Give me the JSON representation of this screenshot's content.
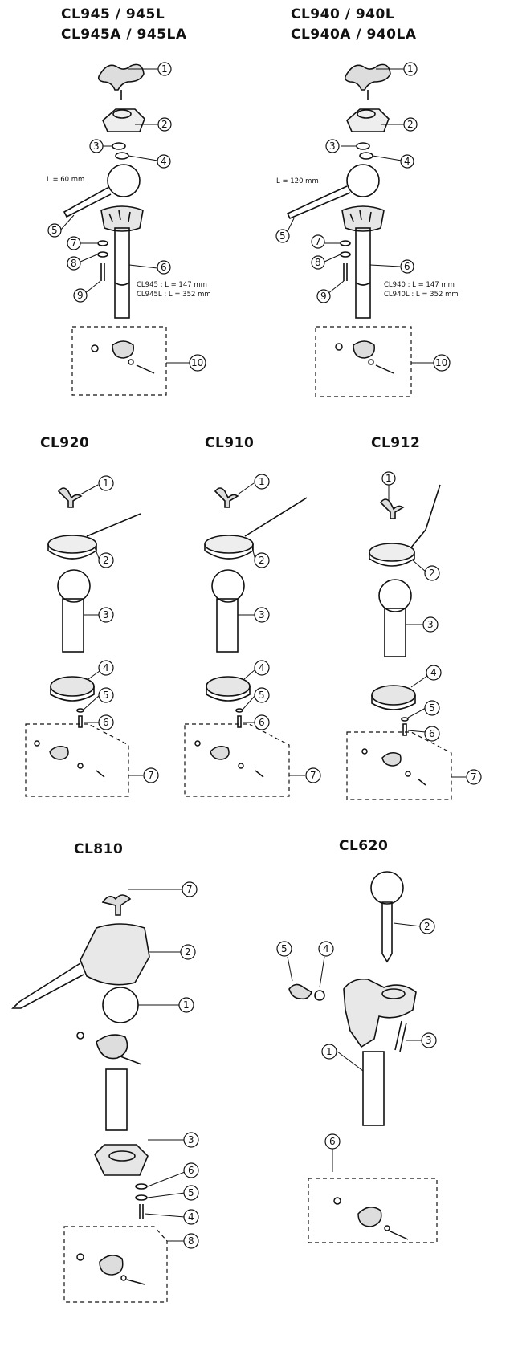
{
  "sections": {
    "cl945": {
      "title_line1": "CL945 / 945L",
      "title_line2": "CL945A / 945LA",
      "rod_label": "L = 60 mm",
      "length_note_1": "CL945  : L = 147 mm",
      "length_note_2": "CL945L : L = 352 mm",
      "callouts": [
        "1",
        "2",
        "3",
        "4",
        "5",
        "6",
        "7",
        "8",
        "9",
        "10"
      ]
    },
    "cl940": {
      "title_line1": "CL940 / 940L",
      "title_line2": "CL940A / 940LA",
      "rod_label": "L = 120 mm",
      "length_note_1": "CL940  : L = 147 mm",
      "length_note_2": "CL940L : L = 352 mm",
      "callouts": [
        "1",
        "2",
        "3",
        "4",
        "5",
        "6",
        "7",
        "8",
        "9",
        "10"
      ]
    },
    "cl920": {
      "title": "CL920",
      "callouts": [
        "1",
        "2",
        "3",
        "4",
        "5",
        "6",
        "7"
      ]
    },
    "cl910": {
      "title": "CL910",
      "callouts": [
        "1",
        "2",
        "3",
        "4",
        "5",
        "6",
        "7"
      ]
    },
    "cl912": {
      "title": "CL912",
      "callouts": [
        "1",
        "2",
        "3",
        "4",
        "5",
        "6",
        "7"
      ]
    },
    "cl810": {
      "title": "CL810",
      "callouts": [
        "7",
        "2",
        "1",
        "3",
        "6",
        "5",
        "4",
        "8"
      ]
    },
    "cl620": {
      "title": "CL620",
      "callouts": [
        "2",
        "5",
        "4",
        "3",
        "1",
        "6"
      ]
    }
  }
}
